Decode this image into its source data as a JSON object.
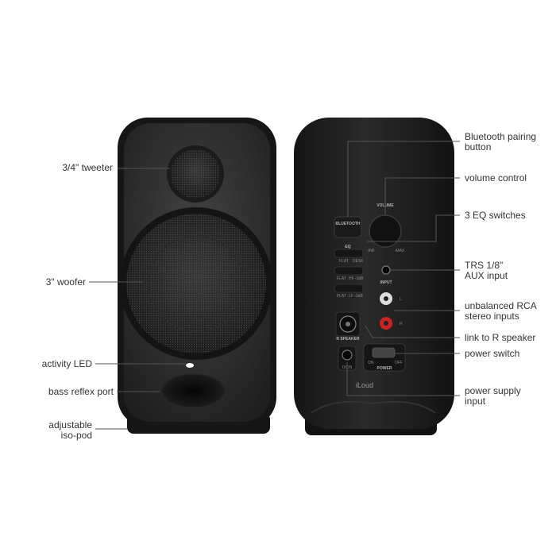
{
  "front_labels": {
    "tweeter": "3/4\" tweeter",
    "woofer": "3\" woofer",
    "activity_led": "activity LED",
    "bass_reflex_port": "bass reflex port",
    "iso_pod": "adjustable\niso-pod"
  },
  "rear_labels": {
    "bluetooth_button": "Bluetooth pairing\nbutton",
    "volume_control": "volume control",
    "eq_switches": "3 EQ switches",
    "aux_input": "TRS 1/8\"\nAUX input",
    "rca_inputs": "unbalanced RCA\nstereo inputs",
    "link_r_speaker": "link to R speaker",
    "power_switch": "power switch",
    "power_supply_input": "power supply\ninput"
  },
  "panel_markings": {
    "bluetooth": "BLUETOOTH",
    "volume": "VOLUME",
    "vol_min": "-INF",
    "vol_max": "-MAX",
    "eq": "EQ",
    "flat": "FLAT",
    "desk": "DESK",
    "hf": "HF -3dB",
    "lf": "LF -3dB",
    "input": "INPUT",
    "left": "L",
    "right": "R",
    "r_speaker": "R SPEAKER",
    "on": "ON",
    "off": "OFF",
    "power": "POWER",
    "dc_in": "DCIN",
    "brand": "iLoud"
  },
  "colors": {
    "background": "#ffffff",
    "speaker_body": "#1e1e1e",
    "label_text": "#333333",
    "leader_line": "#555555"
  }
}
